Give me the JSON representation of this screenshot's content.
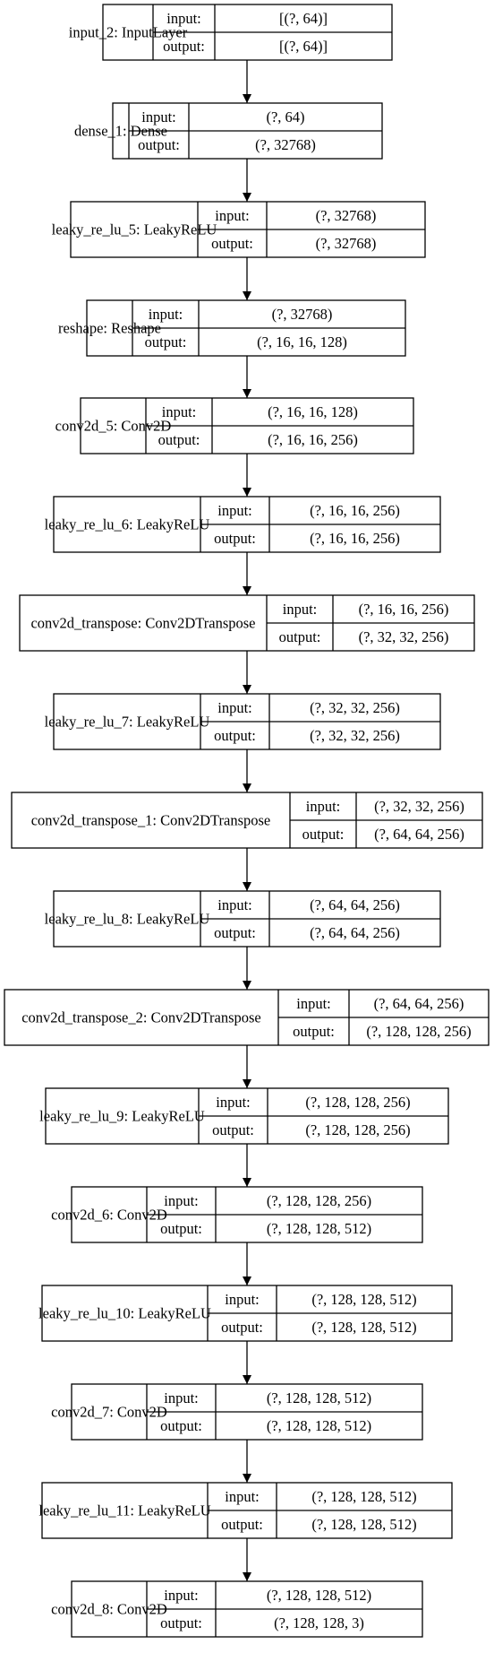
{
  "diagram": {
    "title": "",
    "port_labels": {
      "input": "input:",
      "output": "output:"
    },
    "layers": [
      {
        "name": "input_2: InputLayer",
        "input": "[(?, 64)]",
        "output": "[(?, 64)]"
      },
      {
        "name": "dense_1: Dense",
        "input": "(?, 64)",
        "output": "(?, 32768)"
      },
      {
        "name": "leaky_re_lu_5: LeakyReLU",
        "input": "(?, 32768)",
        "output": "(?, 32768)"
      },
      {
        "name": "reshape: Reshape",
        "input": "(?, 32768)",
        "output": "(?, 16, 16, 128)"
      },
      {
        "name": "conv2d_5: Conv2D",
        "input": "(?, 16, 16, 128)",
        "output": "(?, 16, 16, 256)"
      },
      {
        "name": "leaky_re_lu_6: LeakyReLU",
        "input": "(?, 16, 16, 256)",
        "output": "(?, 16, 16, 256)"
      },
      {
        "name": "conv2d_transpose: Conv2DTranspose",
        "input": "(?, 16, 16, 256)",
        "output": "(?, 32, 32, 256)"
      },
      {
        "name": "leaky_re_lu_7: LeakyReLU",
        "input": "(?, 32, 32, 256)",
        "output": "(?, 32, 32, 256)"
      },
      {
        "name": "conv2d_transpose_1: Conv2DTranspose",
        "input": "(?, 32, 32, 256)",
        "output": "(?, 64, 64, 256)"
      },
      {
        "name": "leaky_re_lu_8: LeakyReLU",
        "input": "(?, 64, 64, 256)",
        "output": "(?, 64, 64, 256)"
      },
      {
        "name": "conv2d_transpose_2: Conv2DTranspose",
        "input": "(?, 64, 64, 256)",
        "output": "(?, 128, 128, 256)"
      },
      {
        "name": "leaky_re_lu_9: LeakyReLU",
        "input": "(?, 128, 128, 256)",
        "output": "(?, 128, 128, 256)"
      },
      {
        "name": "conv2d_6: Conv2D",
        "input": "(?, 128, 128, 256)",
        "output": "(?, 128, 128, 512)"
      },
      {
        "name": "leaky_re_lu_10: LeakyReLU",
        "input": "(?, 128, 128, 512)",
        "output": "(?, 128, 128, 512)"
      },
      {
        "name": "conv2d_7: Conv2D",
        "input": "(?, 128, 128, 512)",
        "output": "(?, 128, 128, 512)"
      },
      {
        "name": "leaky_re_lu_11: LeakyReLU",
        "input": "(?, 128, 128, 512)",
        "output": "(?, 128, 128, 512)"
      },
      {
        "name": "conv2d_8: Conv2D",
        "input": "(?, 128, 128, 512)",
        "output": "(?, 128, 128, 3)"
      }
    ]
  }
}
